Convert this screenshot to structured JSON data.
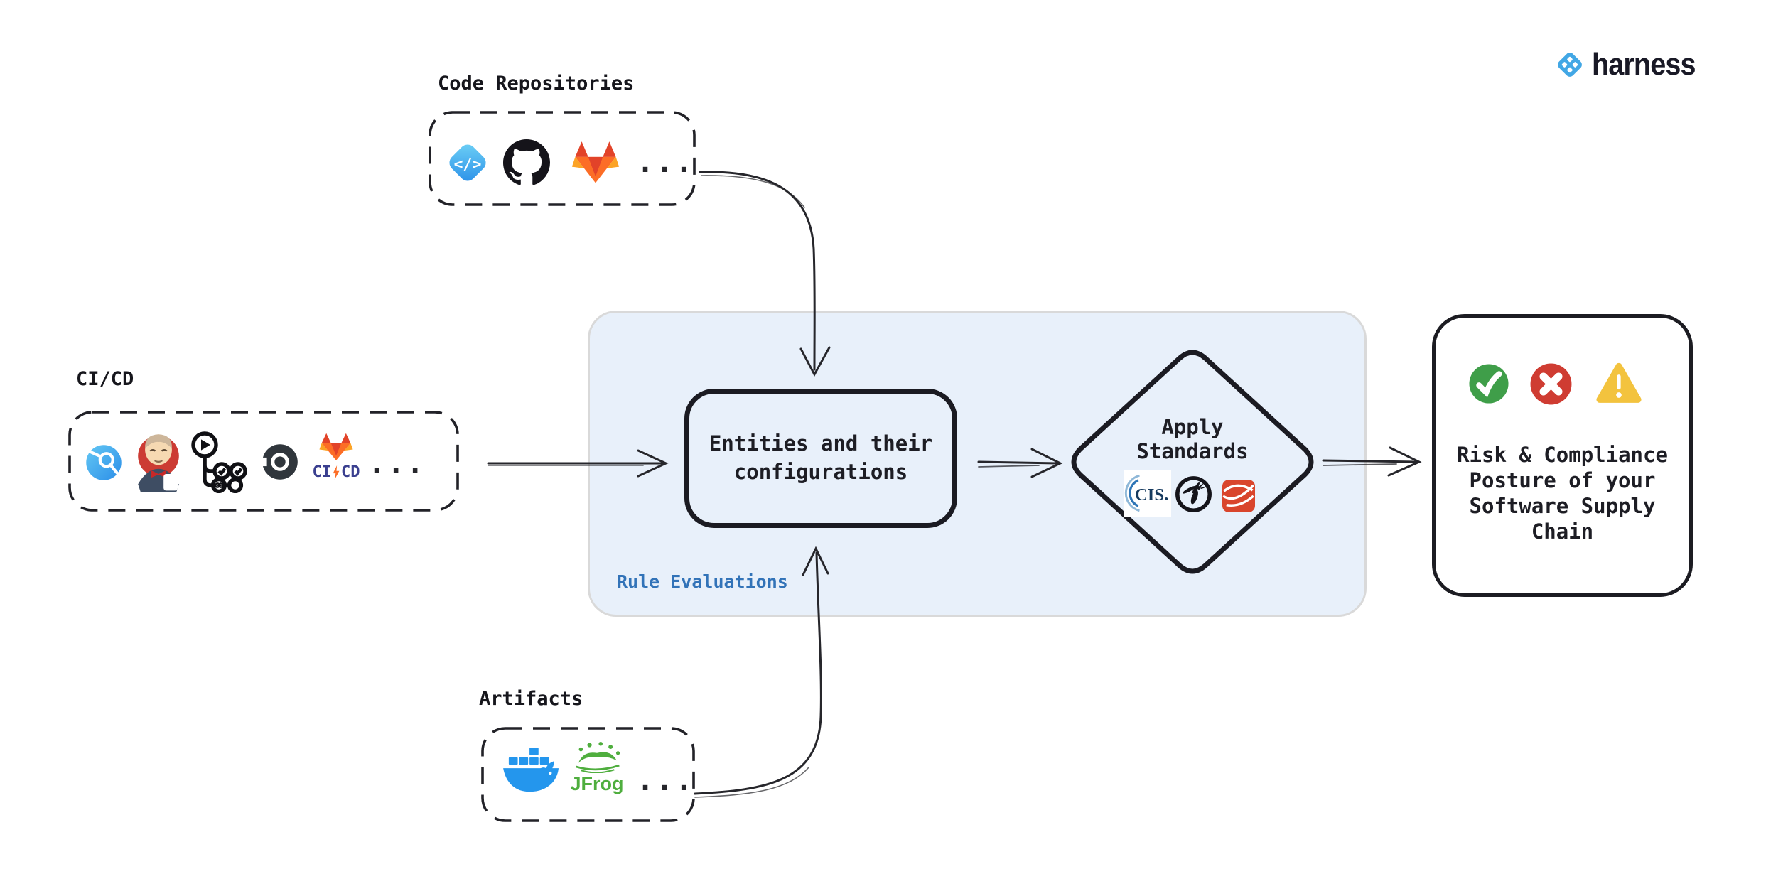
{
  "brand": {
    "name": "harness",
    "accent_blue": "#42a7e5"
  },
  "labels": {
    "code_repositories": "Code Repositories",
    "cicd": "CI/CD",
    "artifacts": "Artifacts",
    "rule_evaluations": "Rule Evaluations"
  },
  "ellipsis": "...",
  "groups": {
    "code_repositories": {
      "icons": [
        "harness-code",
        "github",
        "gitlab"
      ],
      "more": "..."
    },
    "cicd": {
      "icons": [
        "harness-ci",
        "jenkins",
        "github-actions",
        "circleci",
        "gitlab-cicd"
      ],
      "more": "..."
    },
    "artifacts": {
      "icons": [
        "docker",
        "jfrog"
      ],
      "more": "..."
    }
  },
  "entities": {
    "line1": "Entities and their",
    "line2": "configurations"
  },
  "apply": {
    "line1": "Apply",
    "line2": "Standards",
    "cis_text": "CIS.",
    "icons": [
      "cis",
      "owasp",
      "red-swoosh"
    ]
  },
  "outcome": {
    "lines": [
      "Risk & Compliance",
      "Posture of your",
      "Software Supply",
      "Chain"
    ],
    "icons": [
      "check-circle",
      "cross-circle",
      "warning-triangle"
    ]
  },
  "gitlab_cicd": {
    "ci": "CI",
    "cd": "CD"
  },
  "jfrog_text": "JFrog",
  "colors": {
    "panel_fill": "#e8f0fa",
    "panel_border": "#d9d9d9",
    "rule_eval_blue": "#3273b8",
    "success_green": "#3f9e49",
    "error_red": "#cf3c32",
    "warning_yellow": "#f3c33e",
    "stroke_black": "#1b1b22"
  }
}
